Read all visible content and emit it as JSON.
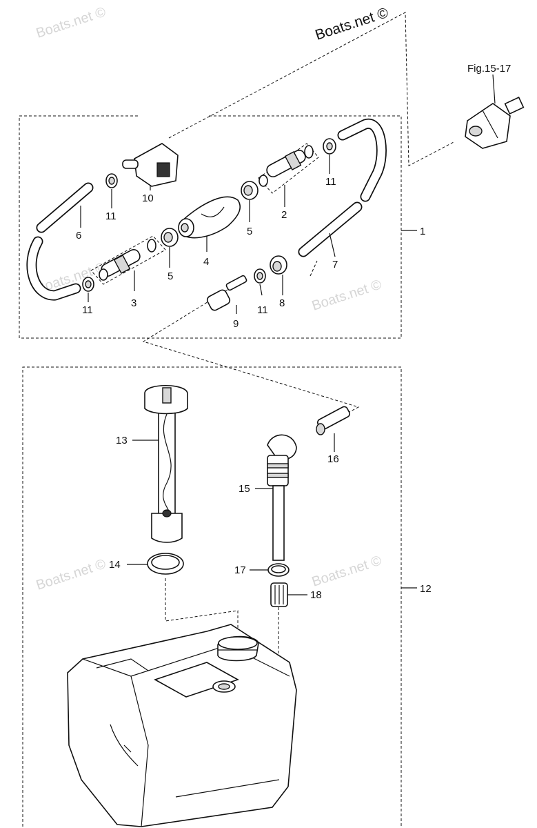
{
  "watermarks": [
    "Boats.net ©",
    "Boats.net ©",
    "Boats.net ©",
    "Boats.net ©",
    "Boats.net ©"
  ],
  "brand_text": "Boats.net ©",
  "figure_ref": "Fig.15-17",
  "group_labels": {
    "fuel_line_assembly": "1",
    "fuel_tank_assembly": "12"
  },
  "callouts": {
    "p2": "2",
    "p3": "3",
    "p4": "4",
    "p5a": "5",
    "p5b": "5",
    "p6": "6",
    "p7": "7",
    "p8": "8",
    "p9": "9",
    "p10": "10",
    "p11a": "11",
    "p11b": "11",
    "p11c": "11",
    "p11d": "11",
    "p13": "13",
    "p14": "14",
    "p15": "15",
    "p16": "16",
    "p17": "17",
    "p18": "18"
  }
}
